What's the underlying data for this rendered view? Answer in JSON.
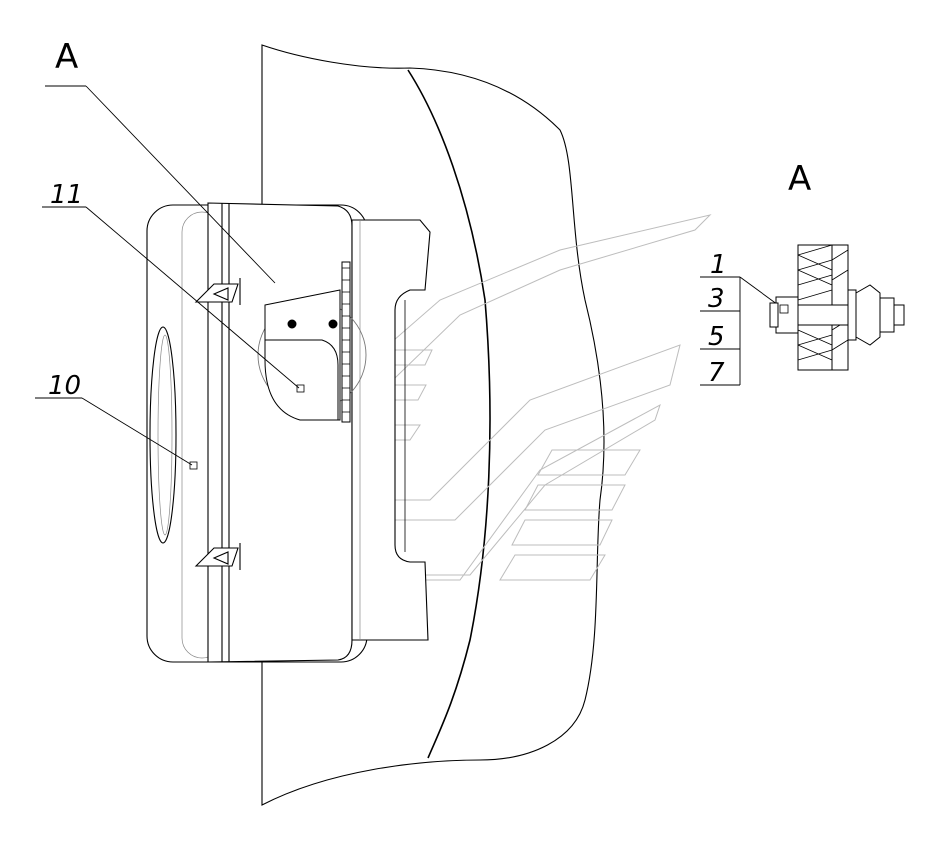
{
  "view_labels": {
    "main": "A",
    "detail": "A"
  },
  "callouts": {
    "item_11": "11",
    "item_10": "10",
    "item_1": "1",
    "item_3": "3",
    "item_5": "5",
    "item_7": "7"
  }
}
